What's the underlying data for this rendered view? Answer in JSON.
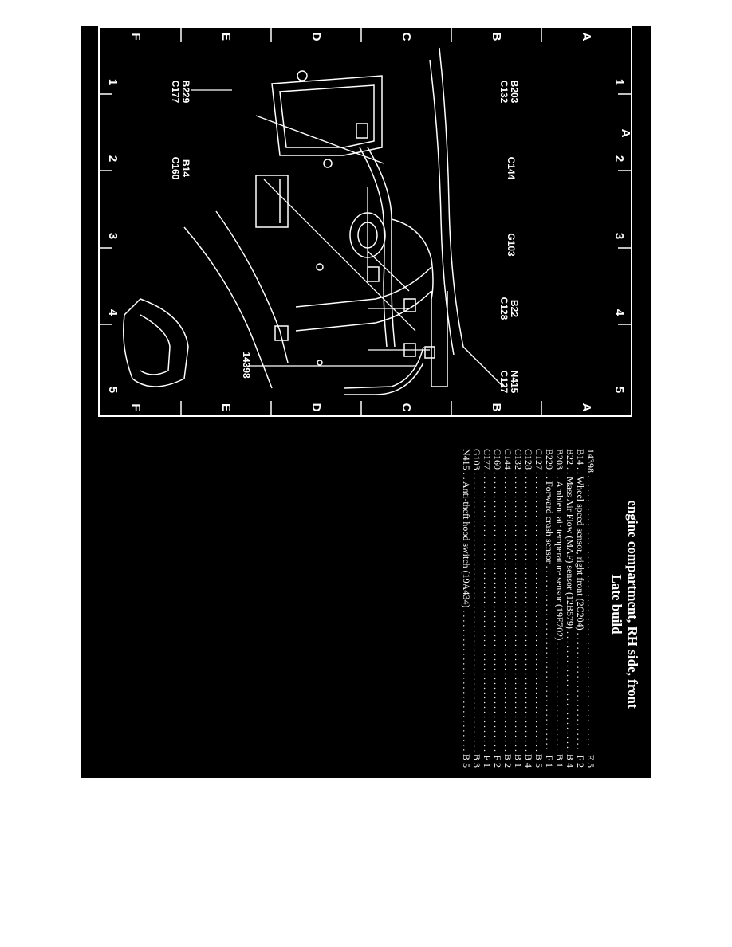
{
  "title": "engine compartment, RH side, front",
  "subtitle": "Late build",
  "grid": {
    "numbers": [
      "1",
      "2",
      "3",
      "4",
      "5"
    ],
    "letters": [
      "A",
      "B",
      "C",
      "D",
      "E",
      "F"
    ]
  },
  "callouts": {
    "b229_c177": "B229\nC177",
    "b203_c132": "B203\nC132",
    "b14_c160": "B14\nC160",
    "c144": "C144",
    "g103": "G103",
    "b22_c128": "B22\nC128",
    "n415_c127": "N415\nC127",
    "c14398": "14398"
  },
  "legend": [
    {
      "code": "14398",
      "desc": "14398",
      "loc": "E 5"
    },
    {
      "code": "B14",
      "desc": "B14 . . Wheel speed sensor, right front (2C204)",
      "loc": "F 2"
    },
    {
      "code": "B22",
      "desc": "B22 . . Mass Air Flow (MAF) sensor (12B579)",
      "loc": "B 4"
    },
    {
      "code": "B203",
      "desc": "B203 . . Ambient air temperature sensor (19E702)",
      "loc": "B 1"
    },
    {
      "code": "B229",
      "desc": "B229 . . Forward crash sensor",
      "loc": "F 1"
    },
    {
      "code": "C127",
      "desc": "C127",
      "loc": "B 5"
    },
    {
      "code": "C128",
      "desc": "C128",
      "loc": "B 4"
    },
    {
      "code": "C132",
      "desc": "C132",
      "loc": "B 1"
    },
    {
      "code": "C144",
      "desc": "C144",
      "loc": "B 2"
    },
    {
      "code": "C160",
      "desc": "C160",
      "loc": "F 2"
    },
    {
      "code": "C177",
      "desc": "C177",
      "loc": "F 1"
    },
    {
      "code": "G103",
      "desc": "G103",
      "loc": "B 3"
    },
    {
      "code": "N415",
      "desc": "N415 . . Anti-theft hood switch (19A434)",
      "loc": "B 5"
    }
  ]
}
